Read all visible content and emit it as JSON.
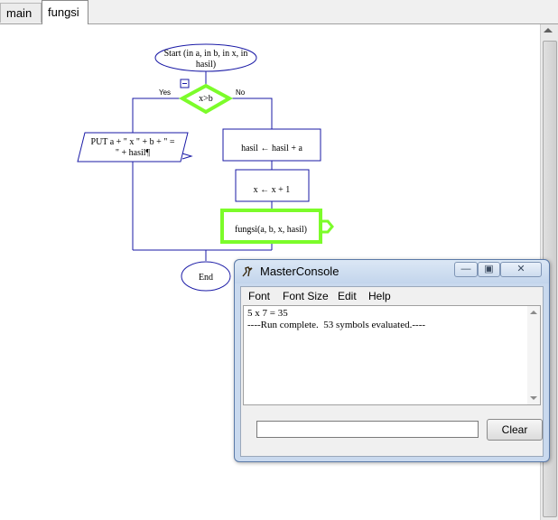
{
  "tabs": [
    {
      "label": "main"
    },
    {
      "label": "fungsi"
    }
  ],
  "flowchart": {
    "start": {
      "line1": "Start (in a, in b, in x, in",
      "line2": "hasil)"
    },
    "decision": "x>b",
    "yes_label": "Yes",
    "no_label": "No",
    "output": {
      "line1": "PUT a + \" x \" + b + \" =",
      "line2": "\"  +  hasil¶"
    },
    "assign1": "hasil ← hasil  +  a",
    "assign2": "x ← x  +  1",
    "call": "fungsi(a, b, x, hasil)",
    "end": "End"
  },
  "colors": {
    "shape_stroke": "#1a1aa6",
    "highlight": "#7cfc2a"
  },
  "console": {
    "title": "MasterConsole",
    "menu": [
      "Font",
      "Font Size",
      "Edit",
      "Help"
    ],
    "output_lines": [
      "5 x 7 = 35",
      "----Run complete.  53 symbols evaluated.----"
    ],
    "input_value": "",
    "clear_label": "Clear",
    "min_glyph": "—",
    "max_glyph": "▣",
    "close_glyph": "✕"
  }
}
